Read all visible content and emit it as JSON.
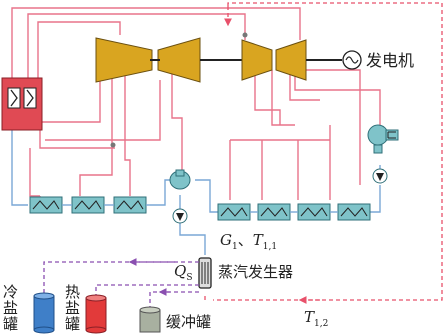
{
  "labels": {
    "generator": "发电机",
    "steam_generator": "蒸汽发生器",
    "cold_tank": "冷盐罐",
    "hot_tank": "热盐罐",
    "buffer_tank": "缓冲罐",
    "flow_temp_main": "G",
    "flow_temp_sub": "1",
    "flow_temp_sep": "、",
    "flow_temp_T": "T",
    "flow_temp_T_sub": "1,1",
    "heat_main": "Q",
    "heat_sub": "S",
    "temp_main": "T",
    "temp_sub": "1,2"
  },
  "colors": {
    "steam_line": "#e8738a",
    "water_line": "#7aa7d6",
    "dashed_line": "#e8506a",
    "dashed_purple": "#9b59b6",
    "turbine_fill": "#d9a520",
    "turbine_stroke": "#6b5010",
    "heater_fill": "#7fc3c9",
    "boiler_fill": "#e04a54",
    "tank_blue": "#3f7fc8",
    "tank_red": "#e23a3a",
    "tank_grey": "#a8b0a0"
  },
  "icons": [
    "generator-icon",
    "pump-icon",
    "heater-icon",
    "boiler-icon",
    "turbine-icon",
    "condenser-icon",
    "deaerator-icon"
  ]
}
